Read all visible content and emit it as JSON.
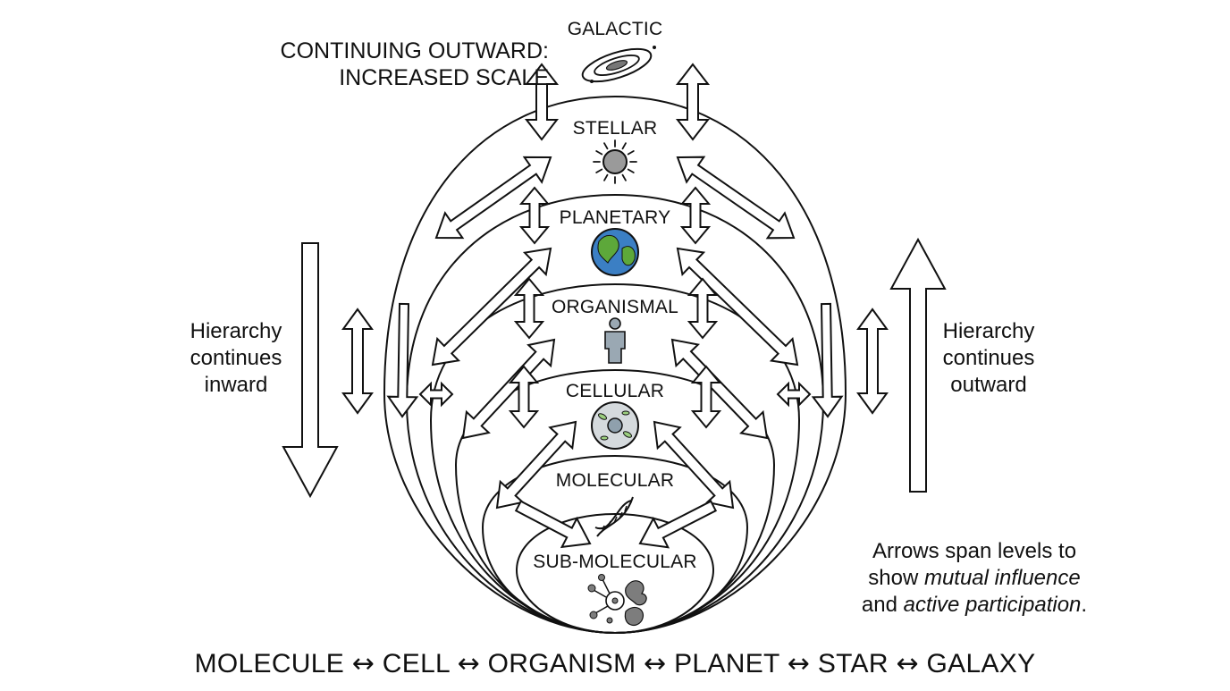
{
  "levels": [
    {
      "id": "galactic",
      "label": "GALACTIC",
      "icon": "galaxy-icon"
    },
    {
      "id": "stellar",
      "label": "STELLAR",
      "icon": "sun-icon"
    },
    {
      "id": "planetary",
      "label": "PLANETARY",
      "icon": "earth-icon"
    },
    {
      "id": "organismal",
      "label": "ORGANISMAL",
      "icon": "person-icon"
    },
    {
      "id": "cellular",
      "label": "CELLULAR",
      "icon": "cell-icon"
    },
    {
      "id": "molecular",
      "label": "MOLECULAR",
      "icon": "dna-icon"
    },
    {
      "id": "submolecular",
      "label": "SUB-MOLECULAR",
      "icon": "molecules-icon"
    }
  ],
  "notes": {
    "top_line1": "CONTINUING OUTWARD:",
    "top_line2": "INCREASED SCALE",
    "left_line1": "Hierarchy",
    "left_line2": "continues",
    "left_line3": "inward",
    "right_line1": "Hierarchy",
    "right_line2": "continues",
    "right_line3": "outward",
    "bottom_line1": "Arrows span levels to",
    "bottom_line2_a": "show ",
    "bottom_line2_b": "mutual influence",
    "bottom_line3_a": "and ",
    "bottom_line3_b": "active participation",
    "bottom_line3_c": "."
  },
  "footer": {
    "items": [
      "MOLECULE",
      "CELL",
      "ORGANISM",
      "PLANET",
      "STAR",
      "GALAXY"
    ],
    "separator": "↔"
  },
  "colors": {
    "ink": "#111111",
    "earth_ocean": "#3b7fc4",
    "earth_land": "#5da83a",
    "sun": "#9a9a9a",
    "person": "#9aa8b3",
    "cell_body": "#d5dadd",
    "cell_organelle": "#9ccf7f",
    "cell_nucleus": "#8fa0ad",
    "molecule": "#7d7d7d"
  }
}
